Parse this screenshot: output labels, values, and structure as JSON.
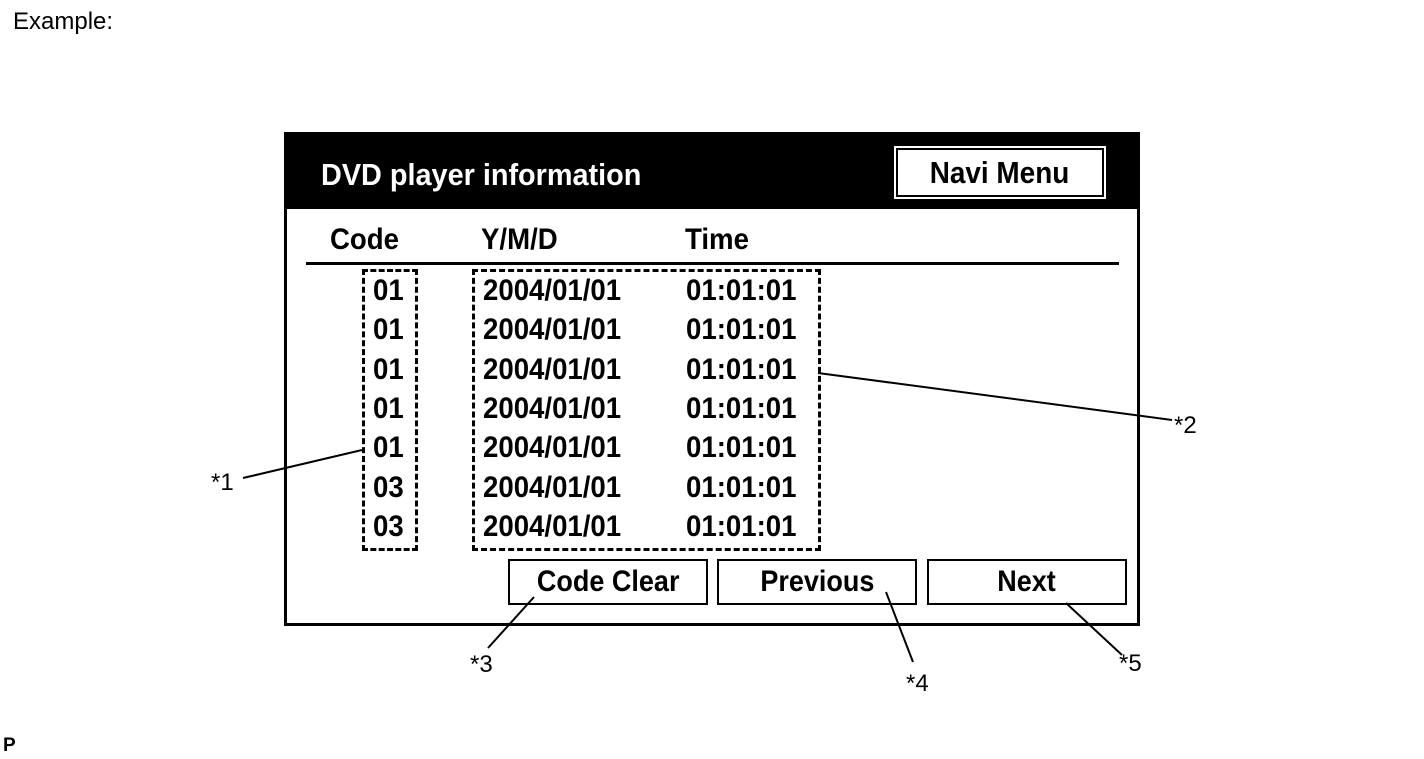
{
  "caption": "Example:",
  "corner_mark": "P",
  "screen": {
    "title": "DVD player information",
    "navi_menu_label": "Navi Menu",
    "columns": {
      "code": "Code",
      "date": "Y/M/D",
      "time": "Time"
    },
    "rows": [
      {
        "code": "01",
        "date": "2004/01/01",
        "time": "01:01:01"
      },
      {
        "code": "01",
        "date": "2004/01/01",
        "time": "01:01:01"
      },
      {
        "code": "01",
        "date": "2004/01/01",
        "time": "01:01:01"
      },
      {
        "code": "01",
        "date": "2004/01/01",
        "time": "01:01:01"
      },
      {
        "code": "01",
        "date": "2004/01/01",
        "time": "01:01:01"
      },
      {
        "code": "03",
        "date": "2004/01/01",
        "time": "01:01:01"
      },
      {
        "code": "03",
        "date": "2004/01/01",
        "time": "01:01:01"
      }
    ],
    "buttons": {
      "code_clear": "Code Clear",
      "previous": "Previous",
      "next": "Next"
    }
  },
  "callouts": {
    "c1": "*1",
    "c2": "*2",
    "c3": "*3",
    "c4": "*4",
    "c5": "*5"
  }
}
